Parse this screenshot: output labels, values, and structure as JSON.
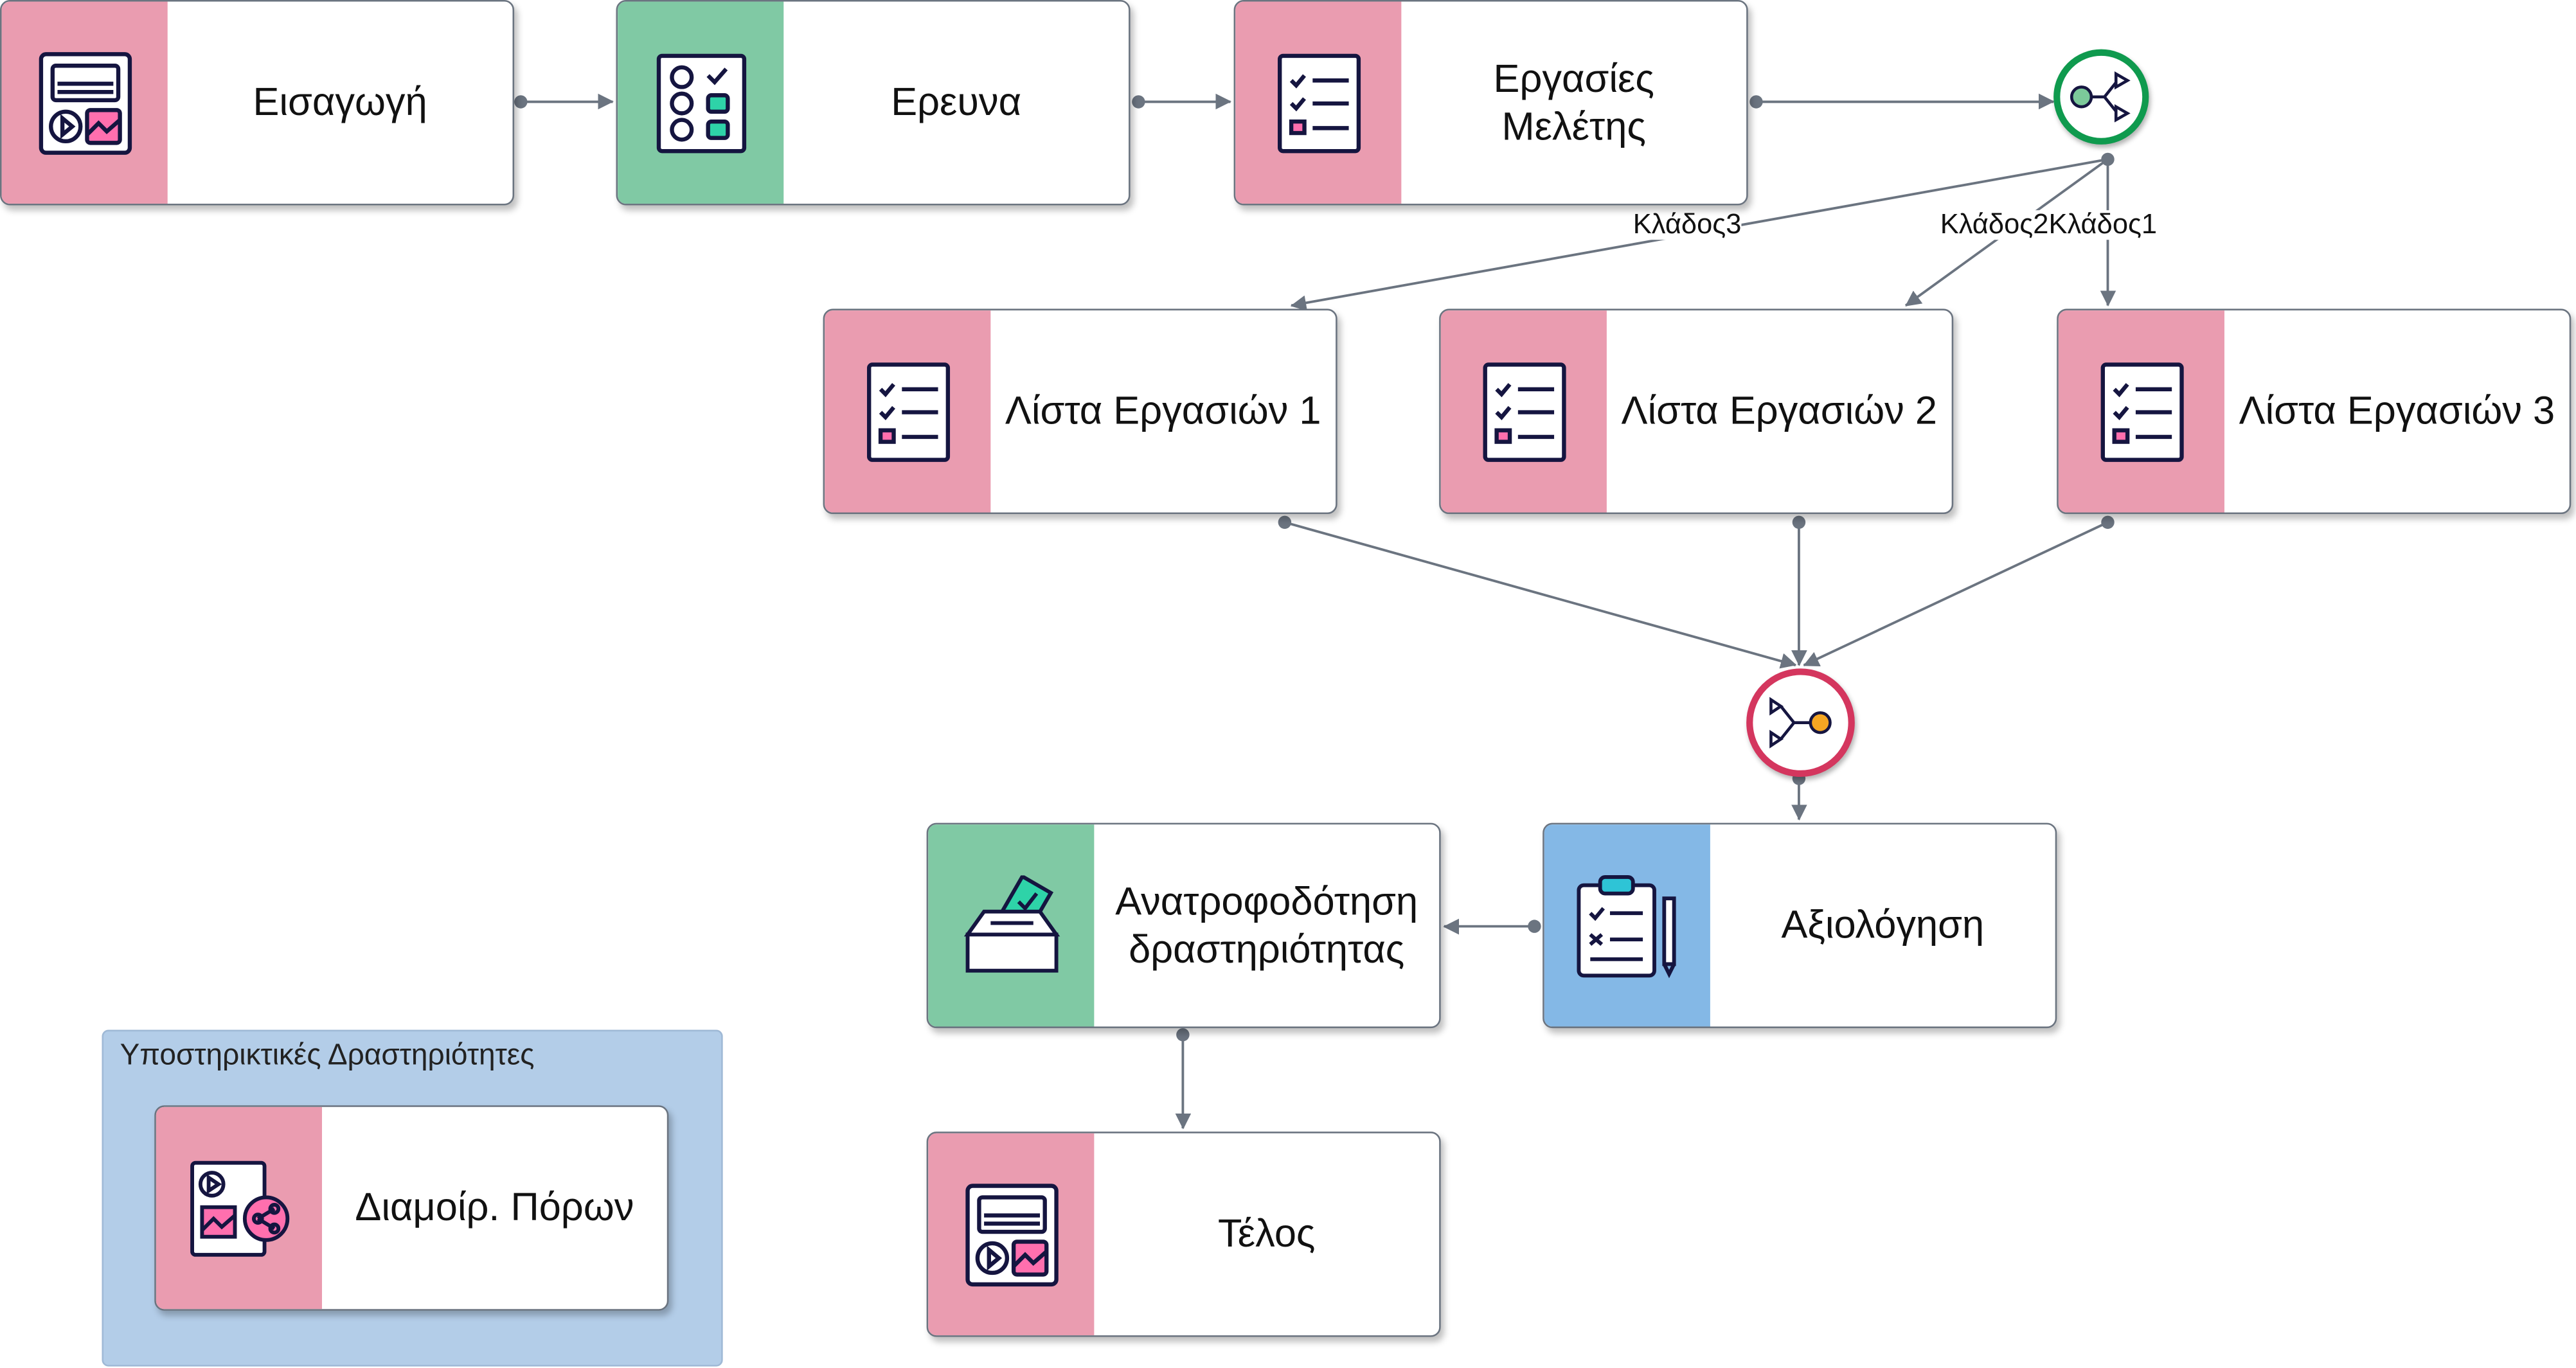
{
  "nodes": {
    "intro": {
      "label": "Εισαγωγή",
      "color": "#ea9cb0",
      "icon": "media-layout-icon"
    },
    "research": {
      "label": "Ερευνα",
      "color": "#80c9a4",
      "icon": "survey-icon"
    },
    "study_tasks": {
      "label": "Εργασίες Μελέτης",
      "color": "#ea9cb0",
      "icon": "checklist-icon"
    },
    "task_list_1": {
      "label": "Λίστα Εργασιών 1",
      "color": "#ea9cb0",
      "icon": "checklist-icon"
    },
    "task_list_2": {
      "label": "Λίστα Εργασιών 2",
      "color": "#ea9cb0",
      "icon": "checklist-icon"
    },
    "task_list_3": {
      "label": "Λίστα Εργασιών 3",
      "color": "#ea9cb0",
      "icon": "checklist-icon"
    },
    "evaluation": {
      "label": "Αξιολόγηση",
      "color": "#84b8e6",
      "icon": "clipboard-icon"
    },
    "feedback": {
      "label": "Ανατροφοδότηση δραστηριότητας",
      "color": "#80c9a4",
      "icon": "ballot-box-icon"
    },
    "end": {
      "label": "Τέλος",
      "color": "#ea9cb0",
      "icon": "media-layout-icon"
    },
    "resources": {
      "label": "Διαμοίρ. Πόρων",
      "color": "#ea9cb0",
      "icon": "share-media-icon"
    }
  },
  "group": {
    "title": "Υποστηρικτικές Δραστηριότητες",
    "color": "#b3cde8"
  },
  "gateways": {
    "split": {
      "border": "#0f9a4e",
      "icon": "split-icon"
    },
    "join": {
      "border": "#d4365e",
      "icon": "merge-icon"
    }
  },
  "edge_labels": {
    "branch1": "Κλάδος1",
    "branch2": "Κλάδος2",
    "branch3": "Κλάδος3"
  }
}
